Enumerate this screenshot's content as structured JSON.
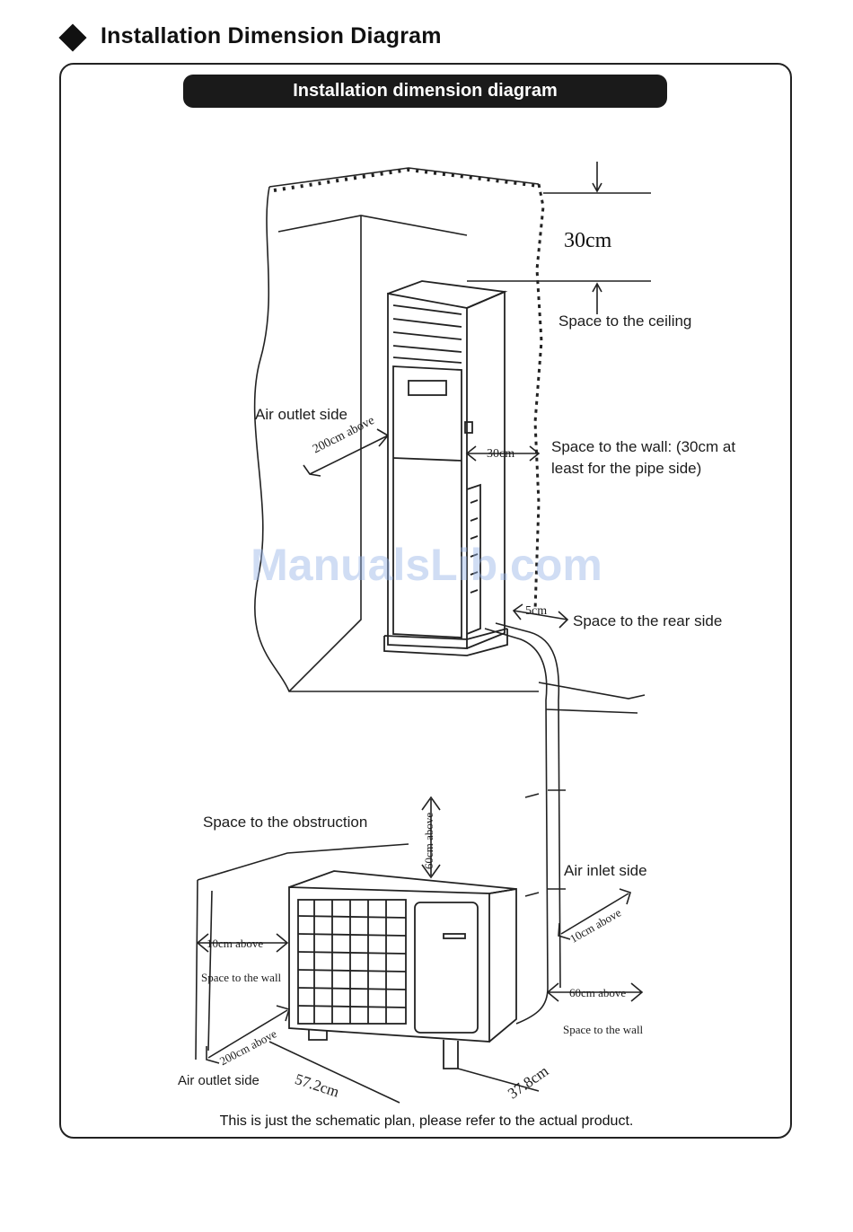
{
  "page": {
    "title": "Installation Dimension Diagram"
  },
  "banner": {
    "title": "Installation dimension diagram"
  },
  "indoor": {
    "ceiling_dim": "30cm",
    "ceiling_label": "Space to the ceiling",
    "outlet_label": "Air outlet side",
    "outlet_dim": "200cm above",
    "wall_dim": "30cm",
    "wall_label_1": "Space to the wall: (30cm at",
    "wall_label_2": "least  for the pipe side)",
    "rear_dim": "5cm",
    "rear_label": "Space to the rear side"
  },
  "outdoor": {
    "obstruction_label": "Space to the obstruction",
    "obstruction_dim": "60cm above",
    "inlet_label": "Air inlet side",
    "inlet_dim": "10cm above",
    "left_dim": "10cm above",
    "left_wall_label": "Space to the wall",
    "right_dim": "60cm above",
    "right_wall_label": "Space to the wall",
    "outlet_dim": "200cm above",
    "outlet_label": "Air outlet side",
    "width_dim": "57.2cm",
    "depth_dim": "37.8cm"
  },
  "note": "This is just the schematic plan, please refer to the actual product.",
  "watermark": "ManualsLib.com"
}
